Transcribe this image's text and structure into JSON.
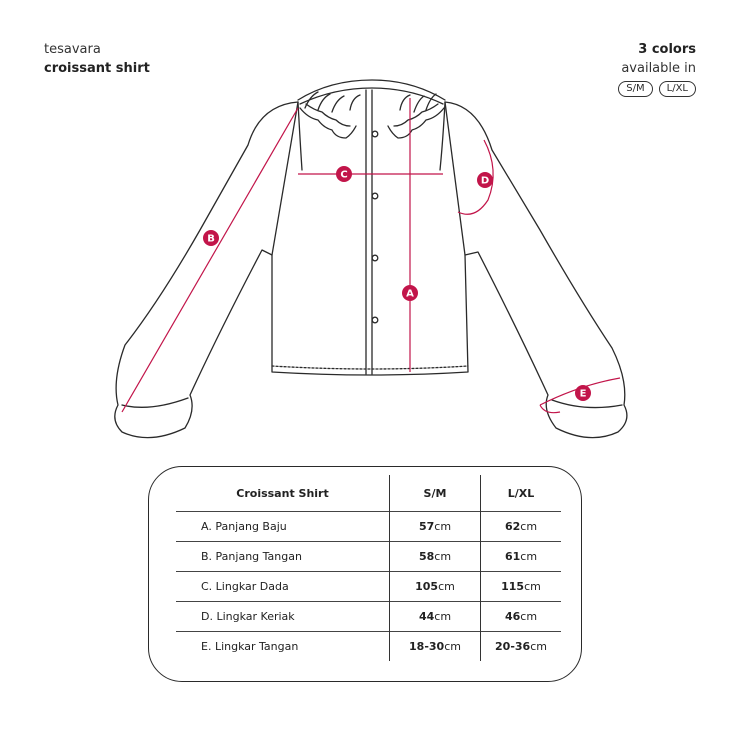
{
  "brand": {
    "name": "tesavara",
    "product": "croissant shirt"
  },
  "colors_info": {
    "title": "3 colors",
    "subtitle": "available in",
    "sizes": [
      "S/M",
      "L/XL"
    ]
  },
  "accent_color": "#c2154a",
  "markers": {
    "a": "A",
    "b": "B",
    "c": "C",
    "d": "D",
    "e": "E"
  },
  "size_table": {
    "header": {
      "name": "Croissant Shirt",
      "sm": "S/M",
      "lxl": "L/XL"
    },
    "rows": [
      {
        "label": "A. Panjang Baju",
        "sm": "57",
        "sm_unit": "cm",
        "lxl": "62",
        "lxl_unit": "cm"
      },
      {
        "label": "B. Panjang Tangan",
        "sm": "58",
        "sm_unit": "cm",
        "lxl": "61",
        "lxl_unit": "cm"
      },
      {
        "label": "C. Lingkar Dada",
        "sm": "105",
        "sm_unit": "cm",
        "lxl": "115",
        "lxl_unit": "cm"
      },
      {
        "label": "D. Lingkar Keriak",
        "sm": "44",
        "sm_unit": "cm",
        "lxl": "46",
        "lxl_unit": "cm"
      },
      {
        "label": "E. Lingkar Tangan",
        "sm": "18-30",
        "sm_unit": "cm",
        "lxl": "20-36",
        "lxl_unit": "cm"
      }
    ]
  }
}
